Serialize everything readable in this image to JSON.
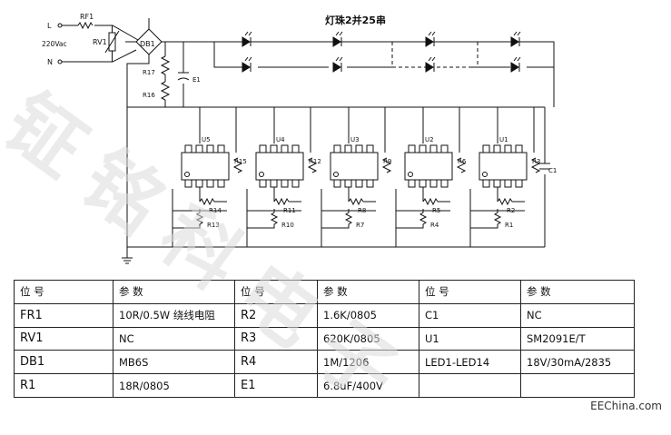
{
  "schematic": {
    "title": "灯珠2并25串",
    "labels": {
      "l": "L",
      "n": "N",
      "vac": "220Vac",
      "rf1": "RF1",
      "rv1": "RV1",
      "db1": "DB1",
      "r17": "R17",
      "r16": "R16",
      "e1": "E1",
      "c1": "C1"
    },
    "modules": [
      {
        "ic": "U5",
        "rs": "R15",
        "rtop": "R14",
        "rbot": "R13"
      },
      {
        "ic": "U4",
        "rs": "R12",
        "rtop": "R11",
        "rbot": "R10"
      },
      {
        "ic": "U3",
        "rs": "R9",
        "rtop": "R8",
        "rbot": "R7"
      },
      {
        "ic": "U2",
        "rs": "R6",
        "rtop": "R5",
        "rbot": "R4"
      },
      {
        "ic": "U1",
        "rs": "R3",
        "rtop": "R2",
        "rbot": "R1"
      }
    ]
  },
  "table": {
    "rows": [
      [
        "位 号",
        "参 数",
        "位 号",
        "参 数",
        "位 号",
        "参 数"
      ],
      [
        "FR1",
        "10R/0.5W 绕线电阻",
        "R2",
        "1.6K/0805",
        "C1",
        "NC"
      ],
      [
        "RV1",
        "NC",
        "R3",
        "620K/0805",
        "U1",
        "SM2091E/T"
      ],
      [
        "DB1",
        "MB6S",
        "R4",
        "1M/1206",
        "LED1-LED14",
        "18V/30mA/2835"
      ],
      [
        "R1",
        "18R/0805",
        "E1",
        "6.8uF/400V",
        "",
        ""
      ]
    ]
  },
  "watermark": "钲铭科电子",
  "site": "EEChina.com"
}
